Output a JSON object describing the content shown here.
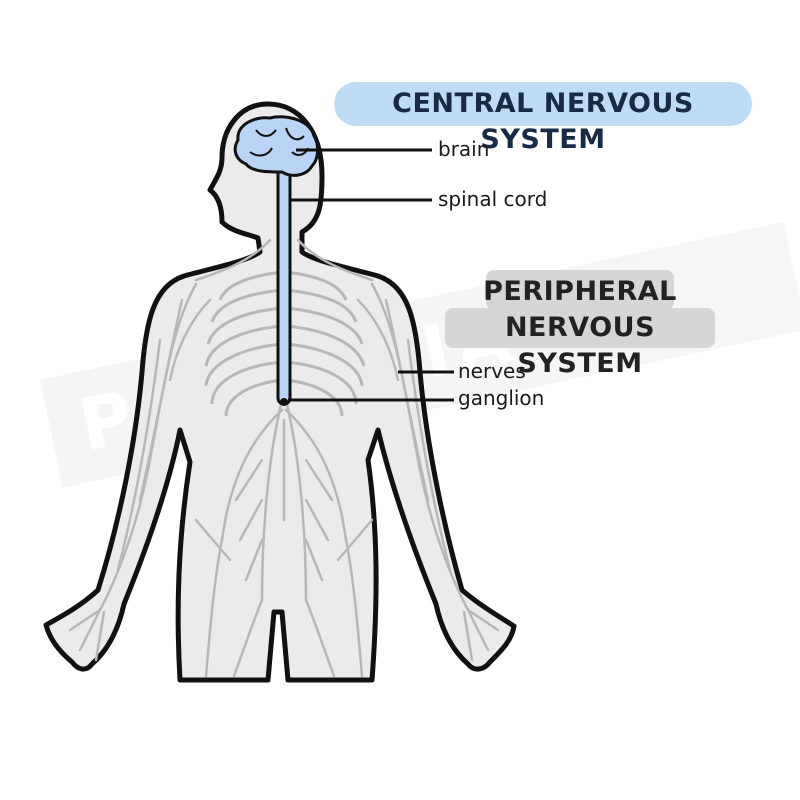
{
  "headings": {
    "cns": "CENTRAL NERVOUS SYSTEM",
    "pns_line1": "PERIPHERAL",
    "pns_line2": "NERVOUS SYSTEM"
  },
  "labels": {
    "brain": "brain",
    "spinal_cord": "spinal cord",
    "nerves": "nerves",
    "ganglion": "ganglion"
  },
  "watermark": "PR MEDIA",
  "colors": {
    "cns_pill": "#bfdcf6",
    "pns_pill": "#d6d6d6",
    "brain": "#b9d4f7",
    "outline": "#111111",
    "nerves": "#b8b8b8"
  }
}
